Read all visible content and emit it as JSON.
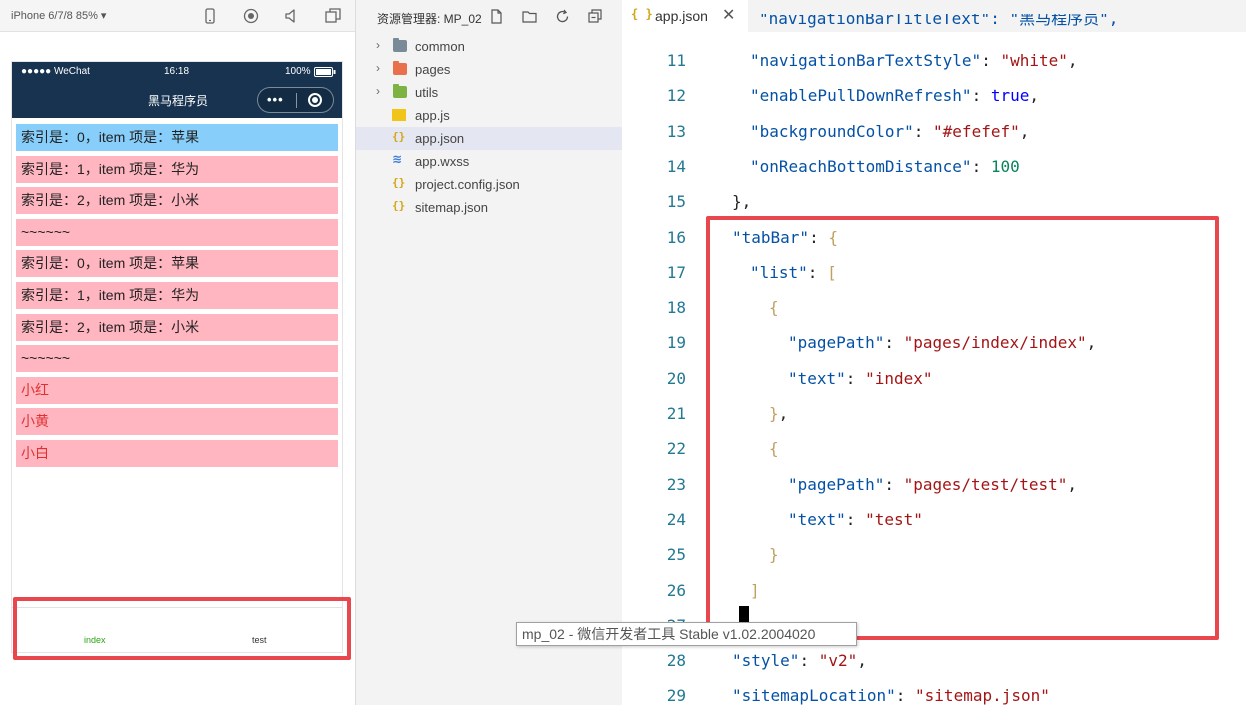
{
  "simulator": {
    "device_label": "iPhone 6/7/8 85% ▾",
    "statusbar": {
      "carrier": "●●●●● WeChat",
      "time": "16:18",
      "battery": "100%"
    },
    "nav_title": "黑马程序员",
    "capsule_dots": "•••",
    "list_items": [
      {
        "text": "索引是：0，item 项是：苹果",
        "style": "blue"
      },
      {
        "text": "索引是：1，item 项是：华为",
        "style": "pink"
      },
      {
        "text": "索引是：2，item 项是：小米",
        "style": "pink"
      },
      {
        "text": "~~~~~~",
        "style": "pink"
      },
      {
        "text": "索引是：0，item 项是：苹果",
        "style": "pink"
      },
      {
        "text": "索引是：1，item 项是：华为",
        "style": "pink"
      },
      {
        "text": "索引是：2，item 项是：小米",
        "style": "pink"
      },
      {
        "text": "~~~~~~",
        "style": "pink"
      },
      {
        "text": "小红",
        "style": "pink-red"
      },
      {
        "text": "小黄",
        "style": "pink-red"
      },
      {
        "text": "小白",
        "style": "pink-red"
      }
    ],
    "tabbar": {
      "tab1": "index",
      "tab2": "test"
    }
  },
  "explorer": {
    "title": "资源管理器: MP_02",
    "tree": [
      {
        "label": "common",
        "type": "folder",
        "color": "#7a8a99"
      },
      {
        "label": "pages",
        "type": "folder",
        "color": "#e8704a"
      },
      {
        "label": "utils",
        "type": "folder",
        "color": "#7cb342"
      },
      {
        "label": "app.js",
        "type": "js"
      },
      {
        "label": "app.json",
        "type": "json",
        "active": true
      },
      {
        "label": "app.wxss",
        "type": "wxss"
      },
      {
        "label": "project.config.json",
        "type": "json"
      },
      {
        "label": "sitemap.json",
        "type": "json"
      }
    ]
  },
  "editor": {
    "tab_label": "app.json",
    "tab_icon": "{ }",
    "close_glyph": "✕",
    "partial_top_line": "\"navigationBarTitleText\": \"黑马程序员\",",
    "lines": [
      {
        "n": "11",
        "indent": 2,
        "html": "<span class='k'>\"navigationBarTextStyle\"</span><span class='p'>: </span><span class='s'>\"white\"</span><span class='p'>,</span>"
      },
      {
        "n": "12",
        "indent": 2,
        "html": "<span class='k'>\"enablePullDownRefresh\"</span><span class='p'>: </span><span class='b'>true</span><span class='p'>,</span>"
      },
      {
        "n": "13",
        "indent": 2,
        "html": "<span class='k'>\"backgroundColor\"</span><span class='p'>: </span><span class='s'>\"#efefef\"</span><span class='p'>,</span>"
      },
      {
        "n": "14",
        "indent": 2,
        "html": "<span class='k'>\"onReachBottomDistance\"</span><span class='p'>: </span><span class='n'>100</span>"
      },
      {
        "n": "15",
        "indent": 1,
        "html": "<span class='p'>},</span>"
      },
      {
        "n": "16",
        "indent": 1,
        "html": "<span class='k'>\"tabBar\"</span><span class='p'>: </span><span class='g'>{</span>"
      },
      {
        "n": "17",
        "indent": 2,
        "html": "<span class='k'>\"list\"</span><span class='p'>: </span><span class='g'>[</span>"
      },
      {
        "n": "18",
        "indent": 3,
        "html": "<span class='g'>{</span>"
      },
      {
        "n": "19",
        "indent": 4,
        "html": "<span class='k'>\"pagePath\"</span><span class='p'>: </span><span class='s'>\"pages/index/index\"</span><span class='p'>,</span>"
      },
      {
        "n": "20",
        "indent": 4,
        "html": "<span class='k'>\"text\"</span><span class='p'>: </span><span class='s'>\"index\"</span>"
      },
      {
        "n": "21",
        "indent": 3,
        "html": "<span class='g'>}</span><span class='p'>,</span>"
      },
      {
        "n": "22",
        "indent": 3,
        "html": "<span class='g'>{</span>"
      },
      {
        "n": "23",
        "indent": 4,
        "html": "<span class='k'>\"pagePath\"</span><span class='p'>: </span><span class='s'>\"pages/test/test\"</span><span class='p'>,</span>"
      },
      {
        "n": "24",
        "indent": 4,
        "html": "<span class='k'>\"text\"</span><span class='p'>: </span><span class='s'>\"test\"</span>"
      },
      {
        "n": "25",
        "indent": 3,
        "html": "<span class='g'>}</span>"
      },
      {
        "n": "26",
        "indent": 2,
        "html": "<span class='g'>]</span>"
      },
      {
        "n": "27",
        "indent": 1,
        "html": ""
      },
      {
        "n": "28",
        "indent": 1,
        "html": "<span class='k'>\"style\"</span><span class='p'>: </span><span class='s'>\"v2\"</span><span class='p'>,</span>"
      },
      {
        "n": "29",
        "indent": 1,
        "html": "<span class='k'>\"sitemapLocation\"</span><span class='p'>: </span><span class='s'>\"sitemap.json\"</span>"
      }
    ]
  },
  "tooltip": "mp_02 - 微信开发者工具 Stable v1.02.2004020"
}
